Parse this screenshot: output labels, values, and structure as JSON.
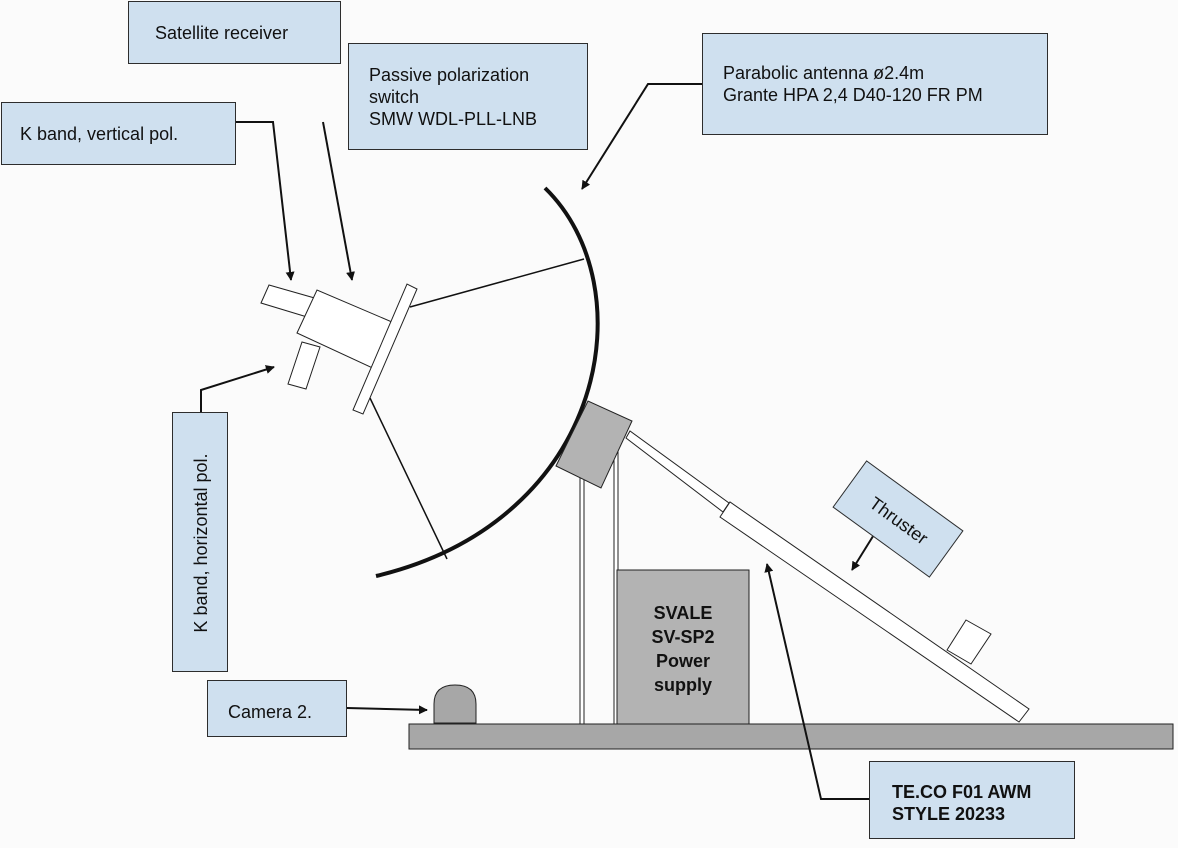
{
  "labels": {
    "satellite_receiver": "Satellite receiver",
    "polarization_switch": [
      "Passive polarization",
      "switch",
      "SMW WDL-PLL-LNB"
    ],
    "k_band_vertical": "K band, vertical pol.",
    "parabolic_antenna": [
      "Parabolic antenna ø2.4m",
      "Grante HPA 2,4 D40-120 FR PM"
    ],
    "k_band_horizontal": "K band, horizontal pol.",
    "camera": "Camera 2.",
    "thruster": "Thruster",
    "power_supply": [
      "SVALE",
      "SV-SP2",
      "Power",
      "supply"
    ],
    "cable": [
      "TE.CO F01 AWM",
      "STYLE 20233"
    ]
  },
  "colors": {
    "label_fill": "#cfe0ef",
    "gray_part": "#b3b3b3",
    "base_plate": "#a7a7a7",
    "line": "#111111"
  }
}
